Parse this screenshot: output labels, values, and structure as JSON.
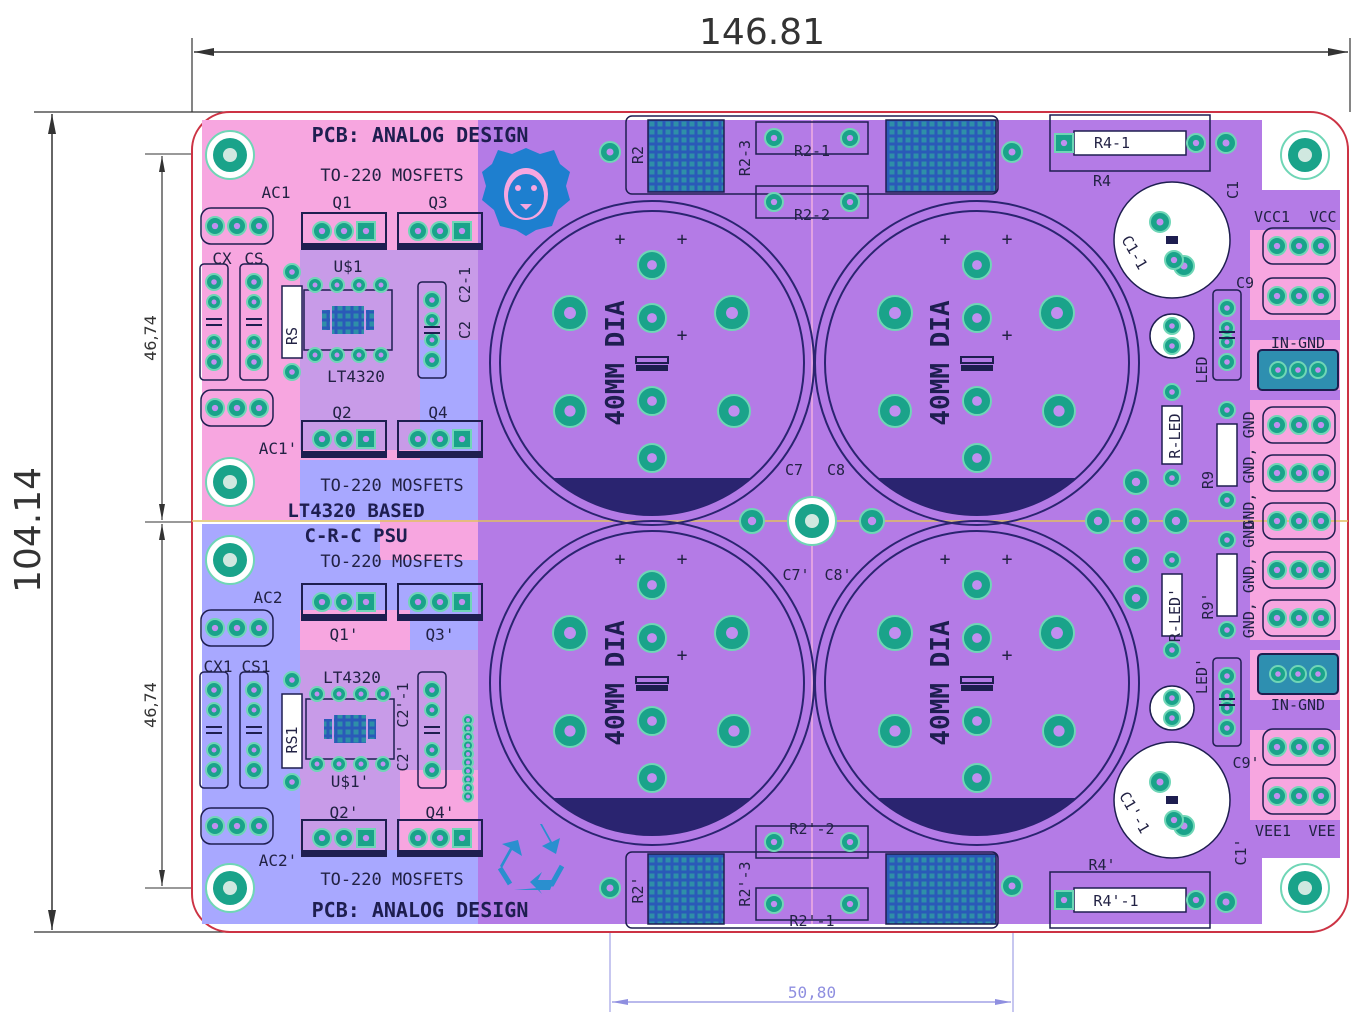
{
  "dimensions": {
    "width": "146.81",
    "height": "104.14",
    "half_top": "46,74",
    "half_bottom": "46,74",
    "spacing": "50,80"
  },
  "board_text": {
    "brand_top": "PCB: ANALOG DESIGN",
    "brand_bottom": "PCB: ANALOG DESIGN",
    "title_line1": "LT4320 BASED",
    "title_line2": "C-R-C PSU",
    "mosfets_1": "TO-220 MOSFETS",
    "mosfets_2": "TO-220 MOSFETS",
    "mosfets_3": "TO-220 MOSFETS",
    "mosfets_4": "TO-220 MOSFETS",
    "cap_text": "40MM DIA"
  },
  "labels": {
    "ac1": "AC1",
    "ac1p": "AC1'",
    "ac2": "AC2",
    "ac2p": "AC2'",
    "q1": "Q1",
    "q3": "Q3",
    "q2": "Q2",
    "q4": "Q4",
    "q1p": "Q1'",
    "q3p": "Q3'",
    "q2p": "Q2'",
    "q4p": "Q4'",
    "cx": "CX",
    "cs": "CS",
    "cx1": "CX1",
    "cs1": "CS1",
    "u1": "U$1",
    "u1p": "U$1'",
    "lt_top": "LT4320",
    "lt_bottom": "LT4320",
    "rs": "RS",
    "rs1": "RS1",
    "c2": "C2",
    "c2_1": "C2-1",
    "c2p": "C2'",
    "c2p_1": "C2'-1",
    "r2": "R2",
    "r2_1": "R2-1",
    "r2_2": "R2-2",
    "r2_3": "R2-3",
    "r2p": "R2'",
    "r2p_1": "R2'-1",
    "r2p_2": "R2'-2",
    "r2p_3": "R2'-3",
    "r4": "R4",
    "r4_1": "R4-1",
    "r4p": "R4'",
    "r4p_1": "R4'-1",
    "c1": "C1",
    "c1_1": "C1-1",
    "c1p": "C1'",
    "c1p_1": "C1'-1",
    "c7": "C7",
    "c8": "C8",
    "c7p": "C7'",
    "c8p": "C8'",
    "c9": "C9",
    "c9p": "C9'",
    "led": "LED",
    "ledp": "LED'",
    "rled": "R-LED",
    "rledp": "R-LED'",
    "r9": "R9",
    "r9p": "R9'",
    "vcc1": "VCC1",
    "vcc": "VCC",
    "vee1": "VEE1",
    "vee": "VEE",
    "in_gnd_top": "IN-GND",
    "in_gnd_bottom": "IN-GND",
    "gnd_top": "GND, GND, GND",
    "gnd_bottom": "GND, GND, GND'"
  },
  "colors": {
    "board_fill": "#b47be6",
    "board_outline": "#cc3344",
    "top_copper": "#f7a6e0",
    "bottom_copper": "#a8a8ff",
    "pad": "#1aa38a",
    "pad_ring": "#6fd6b6",
    "dim_line": "#333333",
    "dim_blue": "#8f8fe0",
    "cap_band": "#2a2470",
    "logo_blue": "#1e7fcf"
  }
}
